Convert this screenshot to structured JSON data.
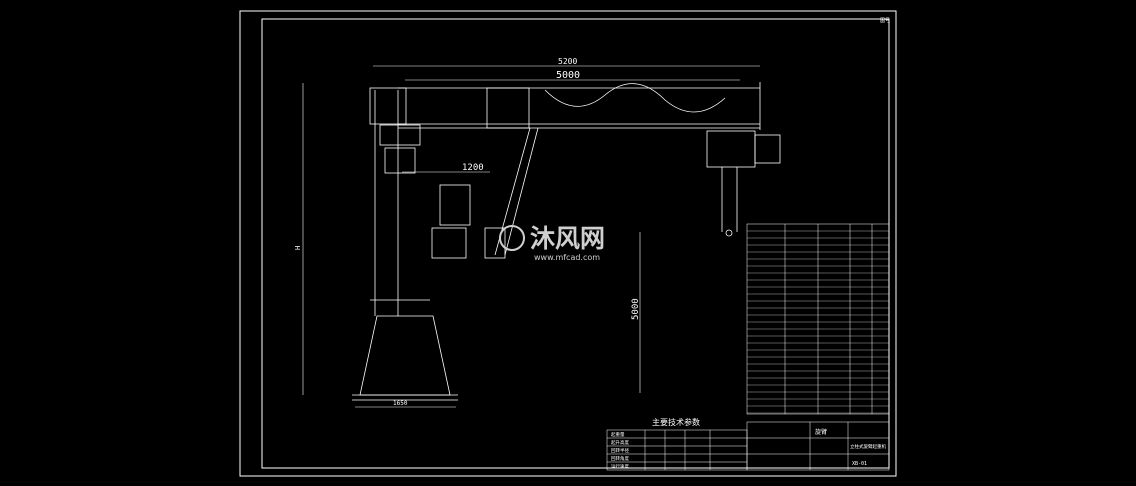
{
  "dimensions": {
    "top_span": "5200",
    "jib_span": "5000",
    "arm_offset": "1200",
    "lift_height": "5000",
    "total_height": "H",
    "base_width": "1650"
  },
  "watermark": {
    "brand_cn": "沐风网",
    "url": "www.mfcad.com"
  },
  "tech_table_title": "主要技术参数",
  "tech_table_labels": [
    "起重量",
    "起升高度",
    "回转半径",
    "回转角度",
    "运行速度"
  ],
  "title_block": {
    "label": "旋臂",
    "drawing_name": "立柱式旋臂起重机",
    "drawing_no": "XB-01"
  },
  "frame_mark": "图号",
  "colors": {
    "line": "#ffffff",
    "background": "#000000",
    "watermark": "#cfcfcf"
  }
}
